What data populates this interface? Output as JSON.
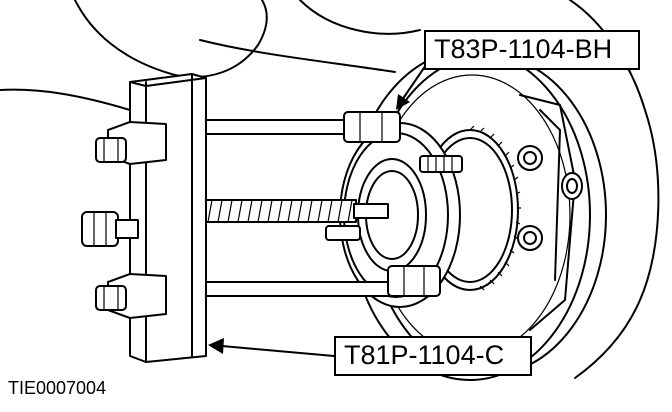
{
  "labels": {
    "tool_top": "T83P-1104-BH",
    "tool_bottom": "T81P-1104-C",
    "figure_id": "TIE0007004"
  },
  "colors": {
    "ink": "#000000",
    "paper": "#ffffff"
  }
}
